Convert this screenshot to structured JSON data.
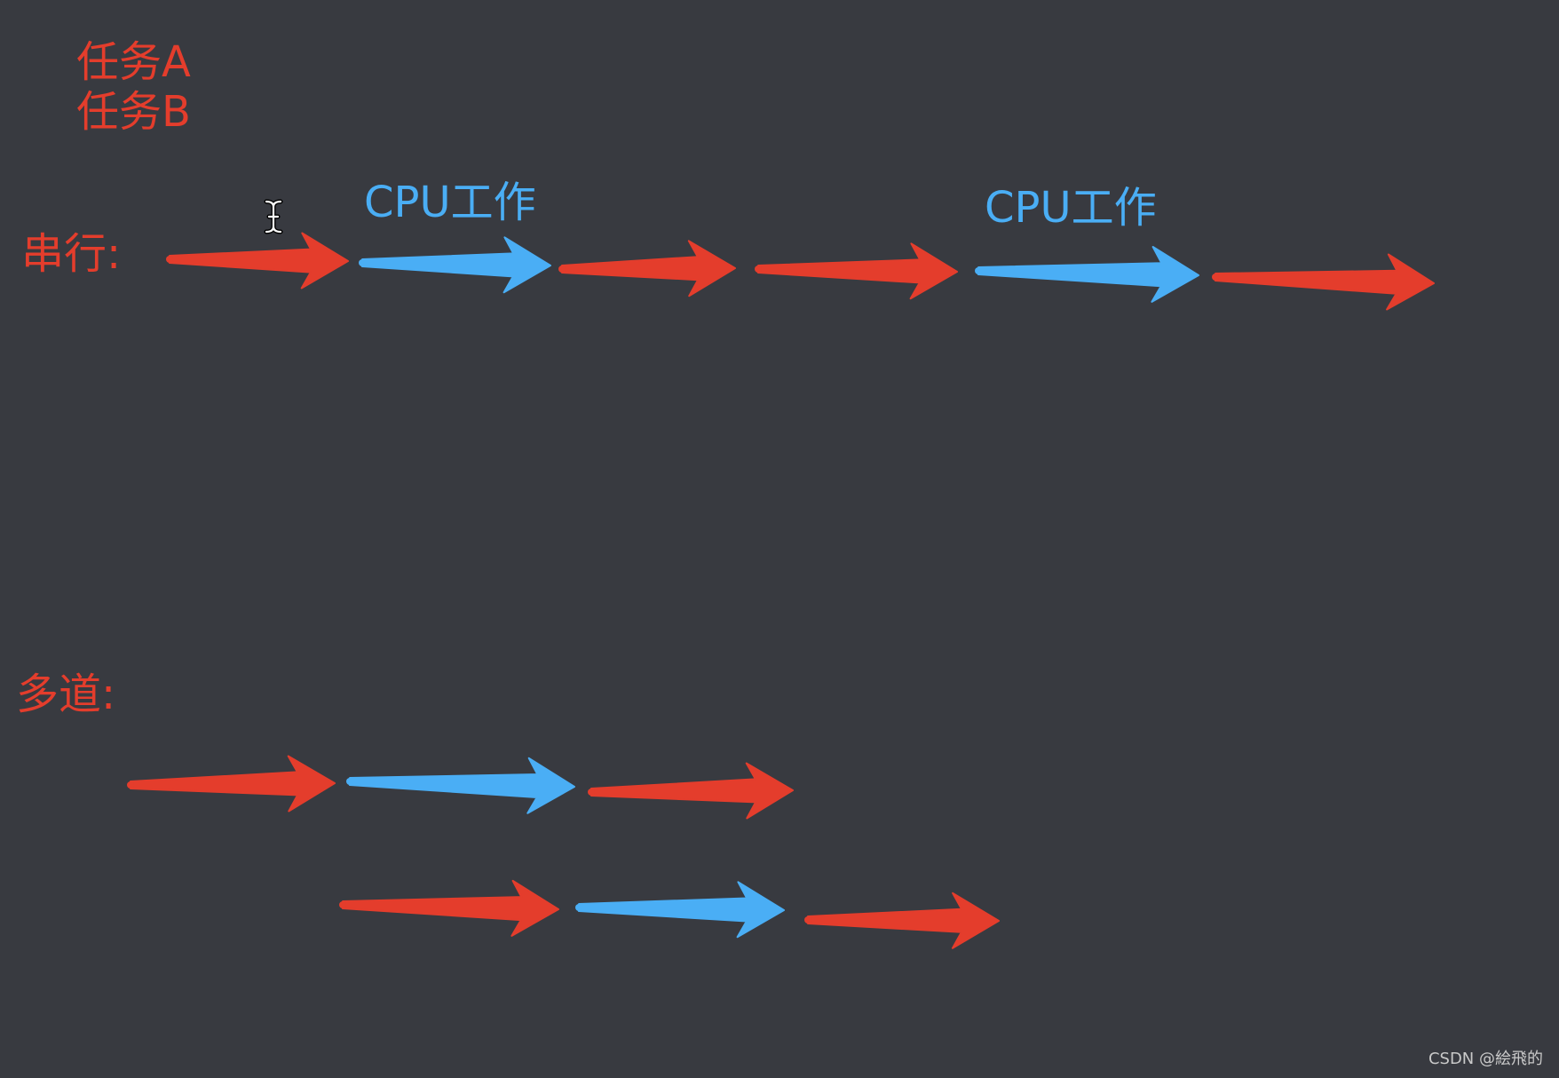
{
  "legend": {
    "task_a": "任务A",
    "task_b": "任务B",
    "color": "#e43d2c"
  },
  "serial": {
    "label": "串行:",
    "cpu_labels": [
      "CPU工作",
      "CPU工作"
    ],
    "arrows": [
      "red",
      "blue",
      "red",
      "red",
      "blue",
      "red"
    ]
  },
  "multiprogramming": {
    "label": "多道:",
    "row_a_arrows": [
      "red",
      "blue",
      "red"
    ],
    "row_b_arrows": [
      "red",
      "blue",
      "red"
    ]
  },
  "colors": {
    "io": "#e43d2c",
    "cpu": "#4aaef5",
    "background": "#383a40"
  },
  "icons": {
    "cursor": "text-cursor-icon"
  },
  "watermark": "CSDN @絵飛的"
}
